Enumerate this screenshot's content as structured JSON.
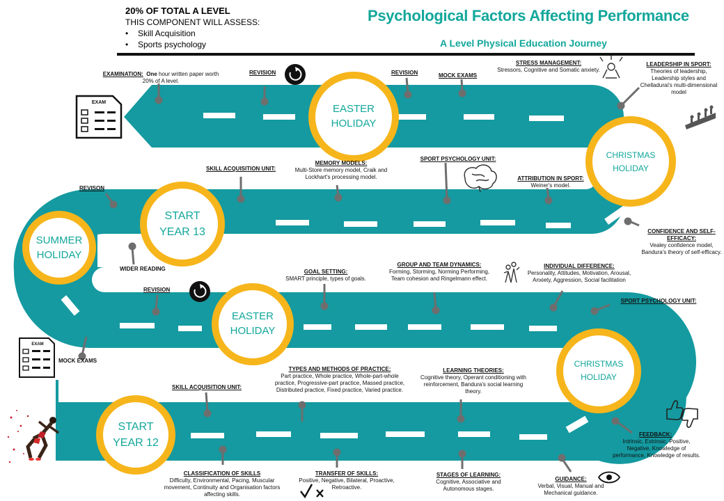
{
  "header": {
    "title": "Psychological Factors Affecting Performance",
    "subtitle": "A Level Physical Education Journey",
    "weight": "20% OF TOTAL A LEVEL",
    "assess": "THIS COMPONENT WILL ASSESS:",
    "components": [
      "Skill Acquisition",
      "Sports psychology"
    ]
  },
  "milestones": {
    "start12": [
      "START",
      "YEAR 12"
    ],
    "christmas12": [
      "CHRISTMAS",
      "HOLIDAY"
    ],
    "easter12": [
      "EASTER",
      "HOLIDAY"
    ],
    "summer": [
      "SUMMER",
      "HOLIDAY"
    ],
    "start13": [
      "START",
      "YEAR 13"
    ],
    "christmas13": [
      "CHRISTMAS",
      "HOLIDAY"
    ],
    "easter13": [
      "EASTER",
      "HOLIDAY"
    ]
  },
  "labels": {
    "classification": {
      "heading": "CLASSIFICATION  OF SKILLS",
      "text": "Difficulty, Environmental,  Pacing, Muscular movement, Continuity and Organisation factors affecting  skills."
    },
    "transfer": {
      "heading": "TRANSFER OF SKILLS:",
      "text": "Positive,  Negative, Bilateral,  Proactive, Retroactive."
    },
    "stages": {
      "heading": "STAGES OF LEARNING:",
      "text": "Cognitive, Associative and Autonomous stages."
    },
    "guidance": {
      "heading": "GUIDANCE:",
      "text": "Verbal, Visual, Manual and Mechanical guidance."
    },
    "feedback": {
      "heading": "FEEDBACK:",
      "text": "Intrinsic, Extrinsic, Positive, Negative, Knowledge of performance,  Knowledge of results."
    },
    "skill_unit_12": {
      "heading": "SKILL ACQUISITION  UNIT:",
      "text": ""
    },
    "types_practice": {
      "heading": "TYPES AND METHODS OF PRACTICE:",
      "text": "Part practice, Whole practice, Whole-part-whole practice, Progressive-part practice, Massed practice, Distributed practice, Fixed practice, Varied practice."
    },
    "learning_theories": {
      "heading": "LEARNING  THEORIES:",
      "text": "Cognitive theory, Operant conditioning with reinforcement, Bandura's social learning theory."
    },
    "mock_exams_12": {
      "heading": "MOCK EXAMS",
      "text": ""
    },
    "revision_12": {
      "heading": "REVISION",
      "text": ""
    },
    "goal_setting": {
      "heading": "GOAL SETTING:",
      "text": "SMART principle, types of goals."
    },
    "group_dynamics": {
      "heading": "GROUP AND TEAM DYNAMICS:",
      "text": "Forming, Storming, Norming Performing, Team cohesion and Ringelmann effect."
    },
    "individual_diff": {
      "heading": "INDIVIDUAL DIFFERENCE:",
      "text": "Personality,  Attitudes,  Motivation, Arousal, Anxiety,  Aggression,  Social facilitation"
    },
    "sport_psych_12": {
      "heading": "SPORT PSYCHOLOGY UNIT:",
      "text": ""
    },
    "wider_reading": {
      "heading": "WIDER READING",
      "text": ""
    },
    "revision_summer": {
      "heading": "REVISON",
      "text": ""
    },
    "skill_unit_13": {
      "heading": "SKILL ACQUISITION UNIT:",
      "text": ""
    },
    "memory_models": {
      "heading": "MEMORY MODELS:",
      "text": "Multi-Store memory model, Craik and Lockhart's processing model."
    },
    "sport_psych_13": {
      "heading": "SPORT PSYCHOLOGY UNIT:",
      "text": ""
    },
    "attribution": {
      "heading": "ATTRIBUTION IN SPORT:",
      "text": "Weiner's model."
    },
    "confidence": {
      "heading": "CONFIDENCE AND SELF-EFFICACY:",
      "text": "Vealey confidence model, Bandura's theory of self-efficacy."
    },
    "examination": {
      "heading": "EXAMINATION:",
      "bold": "One",
      "text": "hour written paper worth  20% of A level."
    },
    "revision_13": {
      "heading": "REVISION",
      "text": ""
    },
    "revision_13b": {
      "heading": "REVISION",
      "text": ""
    },
    "mock_exams_13": {
      "heading": "MOCK EXAMS",
      "text": ""
    },
    "stress": {
      "heading": "STRESS MANAGEMENT:",
      "text": "Stressors, Cognitive and Somatic anxiety."
    },
    "leadership": {
      "heading": "LEADERSHIP  IN SPORT:",
      "text": "Theories of leadership, Leadership styles and Chelladurai's multi-dimensional model"
    }
  },
  "icons": {
    "exam_icon": "EXAM",
    "exam_icon_2": "EXAM",
    "colors": {
      "road": "#149aa0",
      "ring": "#f6b51b",
      "title": "#12a79b",
      "pin": "#6e6e6e"
    }
  }
}
